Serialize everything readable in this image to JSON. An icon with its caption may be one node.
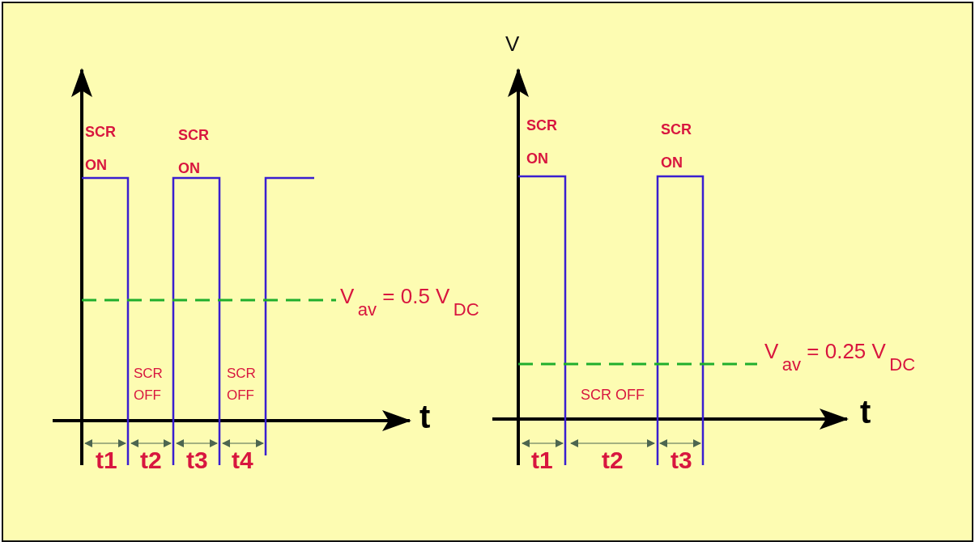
{
  "diagram": {
    "labels": [
      "SCR ON",
      "SCR ON",
      "V$_{av}$ = 0.5 V$_{DC}$",
      "SCR OFF",
      "SCR OFF",
      "t",
      "t1",
      "t2",
      "t3",
      "t4",
      "V",
      "SCR ON",
      "SCR ON",
      "V$_{av}$ = 0.25 V$_{DC}$",
      "SCR OFF",
      "t",
      "t1",
      "t2",
      "t3"
    ]
  }
}
